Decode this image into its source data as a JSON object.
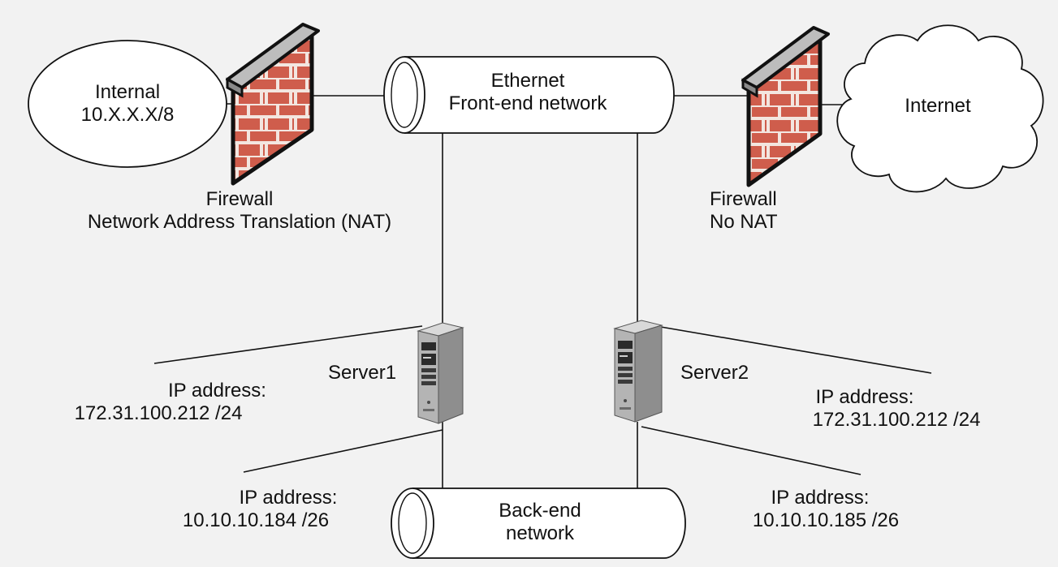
{
  "internal_network": {
    "line1": "Internal",
    "line2": "10.X.X.X/8"
  },
  "internet": {
    "label": "Internet"
  },
  "front_end": {
    "line1": "Ethernet",
    "line2": "Front-end network"
  },
  "back_end": {
    "line1": "Back-end",
    "line2": "network"
  },
  "firewall_left": {
    "line1": "Firewall",
    "line2": "Network Address Translation (NAT)"
  },
  "firewall_right": {
    "line1": "Firewall",
    "line2": "No NAT"
  },
  "server1": {
    "name": "Server1",
    "public_ip": {
      "line1": "IP address:",
      "line2": "172.31.100.212 /24"
    },
    "private_ip": {
      "line1": "IP address:",
      "line2": "10.10.10.184 /26"
    }
  },
  "server2": {
    "name": "Server2",
    "public_ip": {
      "line1": "IP address:",
      "line2": "172.31.100.212 /24"
    },
    "private_ip": {
      "line1": "IP address:",
      "line2": "10.10.10.185 /26"
    }
  },
  "colors": {
    "background": "#f2f2f2",
    "brick": "#cf5d4c",
    "mortar": "#f3e6e0",
    "wall_cap": "#bdbdbd",
    "server_body": "#b4b4b4",
    "line": "#111111"
  }
}
